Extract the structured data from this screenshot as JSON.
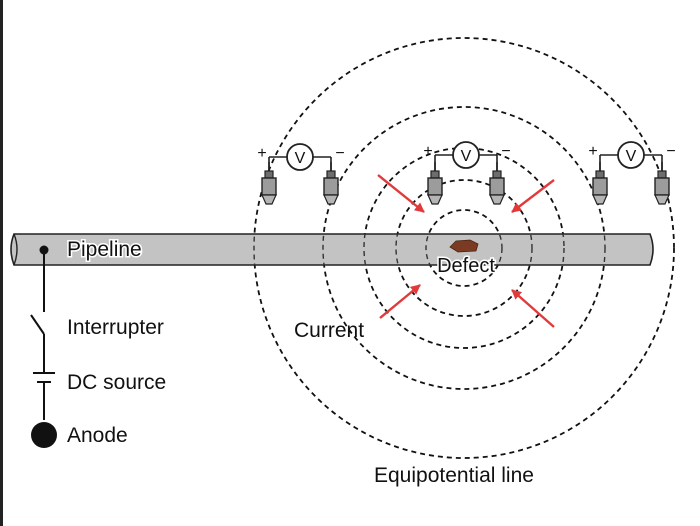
{
  "labels": {
    "pipeline": "Pipeline",
    "interrupter": "Interrupter",
    "dc_source": "DC source",
    "anode": "Anode",
    "defect": "Defect",
    "current": "Current",
    "equipotential": "Equipotential line"
  },
  "voltmeters": [
    {
      "symbol": "V",
      "plus": "+",
      "minus": "−"
    },
    {
      "symbol": "V",
      "plus": "+",
      "minus": "−"
    },
    {
      "symbol": "V",
      "plus": "+",
      "minus": "−"
    }
  ],
  "colors": {
    "pipe_fill": "#c3c3c3",
    "defect": "#7a3b22",
    "arrow": "#e23a3a",
    "ink": "#111111"
  }
}
